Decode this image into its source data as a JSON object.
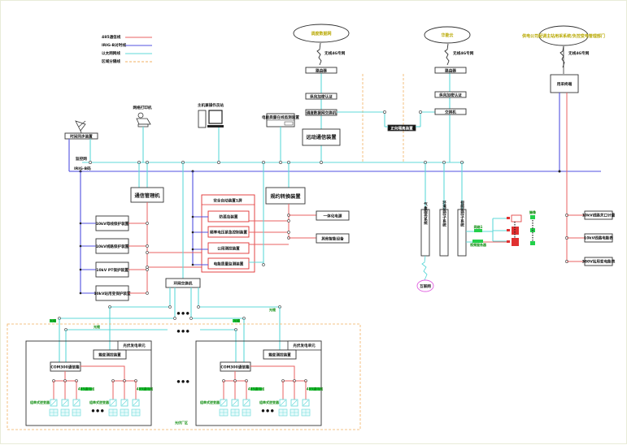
{
  "legend": [
    {
      "label": "485通信线",
      "color": "#e86060",
      "style": "solid"
    },
    {
      "label": "IRIG-B对时线",
      "color": "#5050e0",
      "style": "solid"
    },
    {
      "label": "以太网网线",
      "color": "#5fd8d8",
      "style": "solid"
    },
    {
      "label": "区域分隔线",
      "color": "#f0b060",
      "style": "dashed"
    }
  ],
  "clouds": {
    "dispatch": "调度数据网",
    "cloud": "华能云",
    "grid": "供电公司配调主站用采系统/负控变电管理部门"
  },
  "wireless": {
    "label1": "无线4G专网",
    "label2": "无线4G专网",
    "label3": "无线4G专网"
  },
  "top_devices": {
    "router1": "路由器",
    "sec1": "纵向加密认证",
    "switch1": "调度数据网交换机",
    "remote": "远动通信装置",
    "router2": "路由器",
    "sec2": "纵向加密认证",
    "switch2": "交换机",
    "isolation": "正向隔离装置",
    "meter_terminal": "用采终端"
  },
  "left_devices": {
    "gps": "时间同步装置",
    "printer": "网络打印机",
    "workstation": "主机兼操作员站",
    "power_quality": "电能质量在线监测装置"
  },
  "bus": {
    "eth_label": "监控网",
    "irig_label": "IRIG-B码"
  },
  "mid": {
    "comm_manager": "通信管理机",
    "protocol_converter": "规约转换装置",
    "safety_group_title": "安全自动装置1屏",
    "safety_items": [
      "防孤岛装置",
      "频率电压紧急控制装置",
      "公用测控装置",
      "电能质量监测装置"
    ],
    "converter_outputs": [
      "一体化电源",
      "其他智能设备"
    ],
    "protections": [
      "10kV母线保护装置",
      "10kV线路保护装置",
      "10kV PT保护装置",
      "10kV站用变保护装置"
    ],
    "ring_switch": "环网交换机"
  },
  "systems": {
    "weather": "气象服务系统",
    "env_monitor": "环境监控子系统",
    "video_monitor": "视频监控子系统",
    "internet": "互联网",
    "video_labels": [
      "网络1",
      "视频服务器"
    ],
    "camera_labels": [
      "摄像",
      "摄像",
      "摄像"
    ]
  },
  "right_feeders": [
    "10kV线路关口计量",
    "10kV线路电能表",
    "380V站用变电能表"
  ],
  "fiber_label": "光缆",
  "area_label": "光伏厂区",
  "pv_units": [
    {
      "title": "光伏发电单元",
      "box_transformer": "箱变测控装置",
      "comm": "COM300通信箱",
      "string_label": "485通讯线",
      "inverter_label": "组串式逆变器"
    },
    {
      "title": "光伏发电单元",
      "box_transformer": "箱变测控装置",
      "comm": "COM300通信箱",
      "string_label": "485通讯线",
      "inverter_label": "组串式逆变器"
    }
  ],
  "ellipsis": "● ● ●"
}
